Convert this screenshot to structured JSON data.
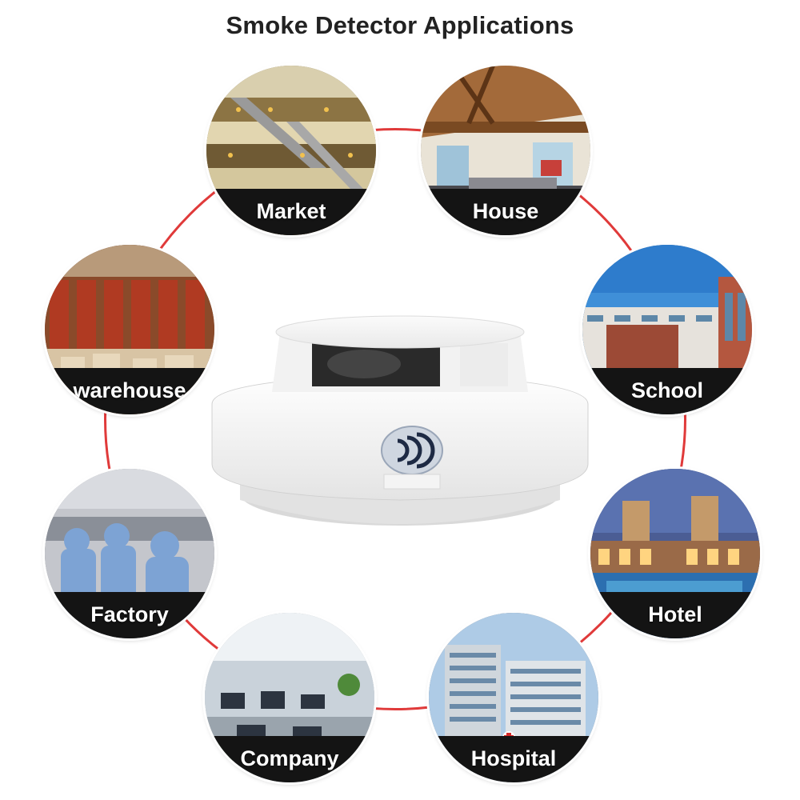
{
  "title": "Smoke Detector Applications",
  "ring_color": "#e03a3a",
  "label_band_color": "#141414",
  "applications": [
    {
      "label": "Market"
    },
    {
      "label": "House"
    },
    {
      "label": "School"
    },
    {
      "label": "Hotel"
    },
    {
      "label": "Hospital"
    },
    {
      "label": "Company"
    },
    {
      "label": "Factory"
    },
    {
      "label": "warehouse"
    }
  ]
}
